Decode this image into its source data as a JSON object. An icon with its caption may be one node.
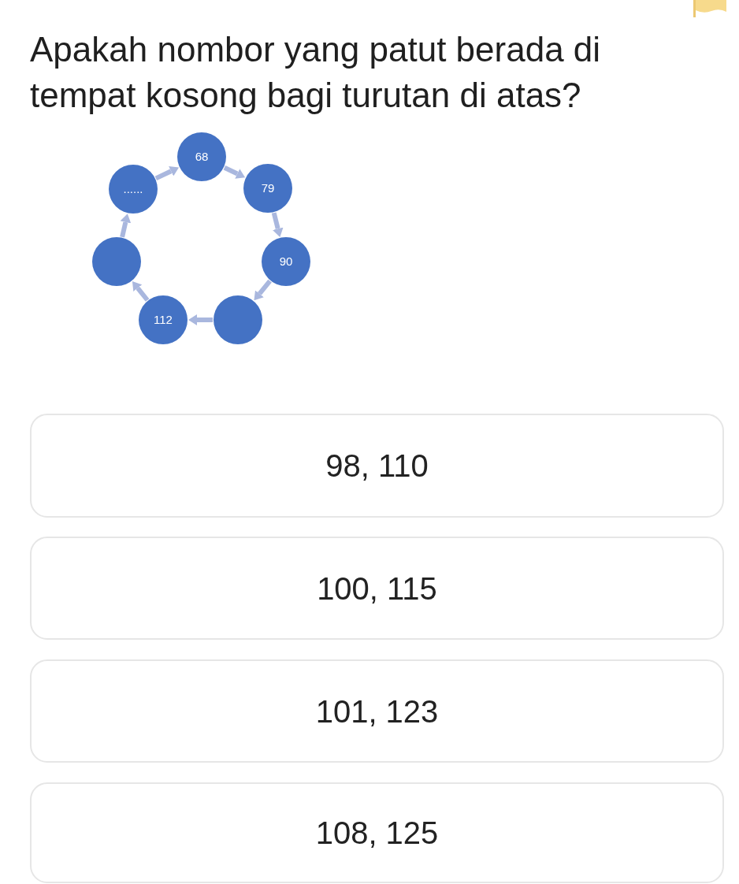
{
  "diagram": {
    "title": "Apakah nombor yang patut berada di tempat kosong bagi turutan di atas?",
    "nodes": [
      {
        "text": [
          "68"
        ]
      },
      {
        "text": [
          "79"
        ]
      },
      {
        "text": [
          "90"
        ]
      },
      {
        "text": [],
        "shape": "circle"
      },
      {
        "text": [
          "112"
        ]
      },
      {
        "text": [],
        "shape": "circle"
      },
      {
        "text": [
          "......"
        ]
      },
      {
        "text": [
          "98, 110"
        ]
      },
      {
        "text": [
          "100, 115"
        ]
      },
      {
        "text": [
          "101, 123"
        ]
      },
      {
        "text": [
          "108, 125"
        ]
      }
    ],
    "edges": [
      {
        "from": 0,
        "to": 1,
        "arrow": "to"
      },
      {
        "from": 1,
        "to": 2,
        "arrow": "to"
      },
      {
        "from": 2,
        "to": 3,
        "arrow": "to"
      },
      {
        "from": 3,
        "to": 4,
        "arrow": "to"
      },
      {
        "from": 4,
        "to": 5,
        "arrow": "to"
      },
      {
        "from": 5,
        "to": 6,
        "arrow": "to"
      },
      {
        "from": 6,
        "to": 0,
        "arrow": "to"
      }
    ]
  }
}
